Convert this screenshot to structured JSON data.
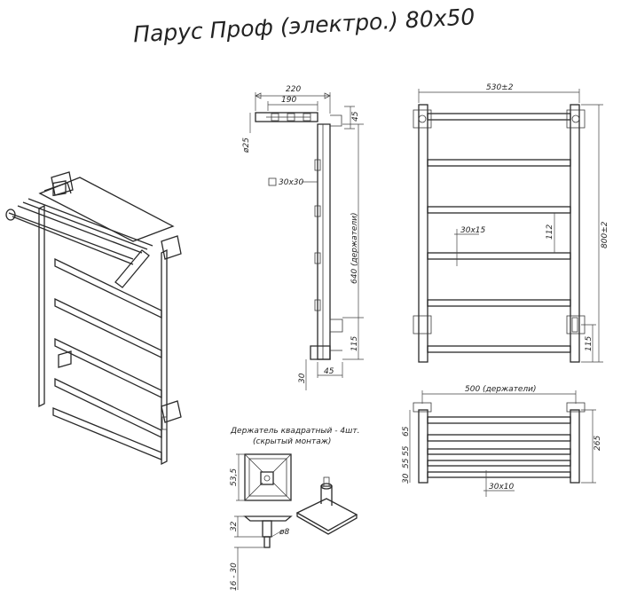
{
  "title": "Парус Проф (электро.) 80х50",
  "side_view": {
    "dim_total_depth": "220",
    "dim_inner_depth": "190",
    "dim_top_offset": "45",
    "dim_tube_diameter": "ø25",
    "dim_profile": "30х30",
    "dim_holder_spacing": "640 (держатели)",
    "dim_bottom_holder": "115",
    "dim_base_depth": "45",
    "dim_foot": "30"
  },
  "front_view": {
    "dim_width": "530±2",
    "dim_height": "800±2",
    "dim_rung_profile": "30х15",
    "dim_rung_step": "112",
    "dim_bottom_holder": "115"
  },
  "top_view": {
    "dim_holder_width": "500 (держатели)",
    "dim_depth": "265",
    "dim_shelf_1": "65",
    "dim_shelf_2": "55",
    "dim_shelf_3": "55",
    "dim_shelf_4": "30",
    "dim_bar_profile": "30х10"
  },
  "holder_detail": {
    "note_line1": "Держатель квадратный - 4шт.",
    "note_line2": "(скрытый монтаж)",
    "dim_plate": "53,5",
    "dim_height": "32",
    "dim_screw": "ø8",
    "dim_adjust": "16 - 30"
  }
}
